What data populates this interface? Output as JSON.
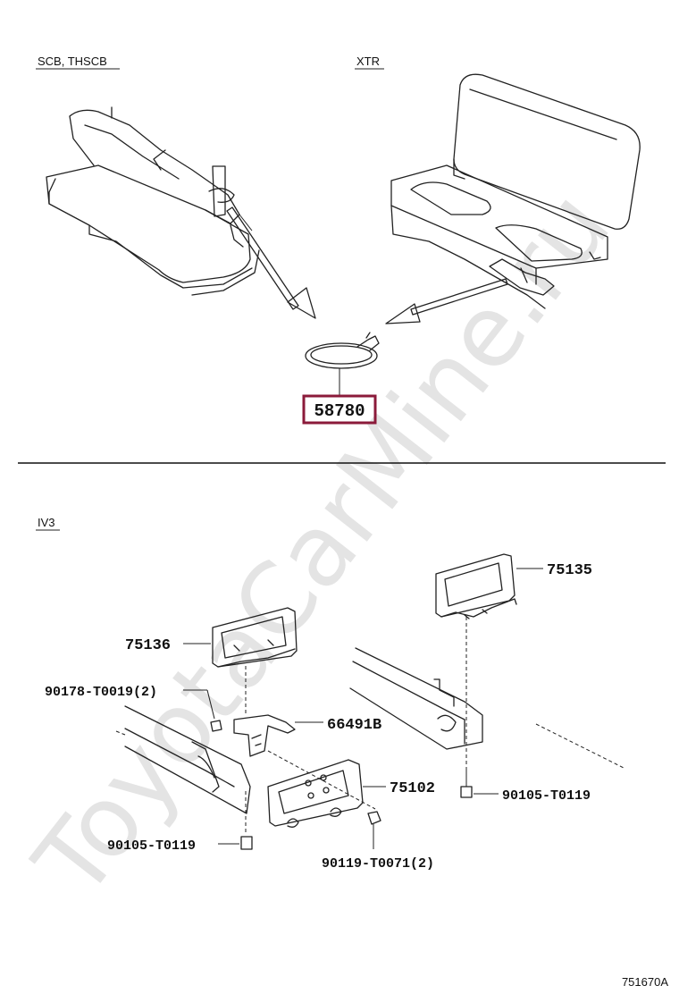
{
  "sections": {
    "top_left_label": "SCB, THSCB",
    "top_right_label": "XTR",
    "bottom_label": "IV3"
  },
  "parts": {
    "p58780": "58780",
    "p75135": "75135",
    "p75136": "75136",
    "p90178": "90178-T0019(2)",
    "p66491B": "66491B",
    "p75102": "75102",
    "p90105_right": "90105-T0119",
    "p90105_left": "90105-T0119",
    "p90119": "90119-T0071(2)"
  },
  "watermark": "ToyotaCarMine.ru",
  "footer_code": "751670A",
  "colors": {
    "highlight_box": "#8b1a3a",
    "line": "#222222",
    "watermark": "#e4e4e4"
  }
}
